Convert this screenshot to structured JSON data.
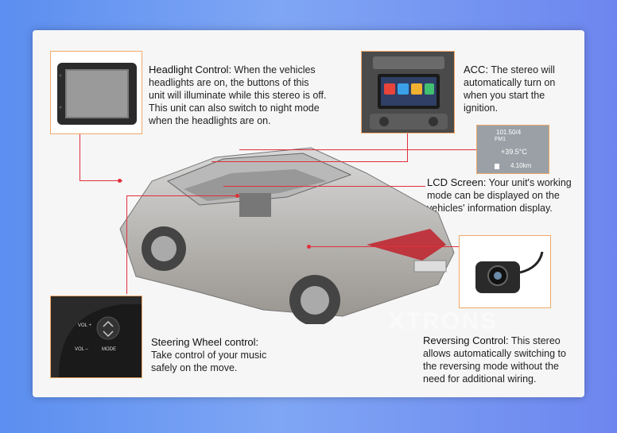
{
  "features": {
    "headlight": {
      "title": "Headlight Control:",
      "body": "When the vehicles headlights are on, the buttons of this unit will illuminate while this stereo is off. This unit can also switch to night mode when the headlights are on."
    },
    "acc": {
      "title": "ACC:",
      "body": "The stereo will automatically turn on when you start the ignition."
    },
    "lcd": {
      "title": "LCD Screen:",
      "body": "Your unit's working mode can be displayed on the vehicles' information display.",
      "display_line1": "101.50/4",
      "display_line2": "FM1",
      "display_temp": "+39.5°C",
      "display_range": "4.10km"
    },
    "steering": {
      "title": "Steering Wheel control:",
      "body": "Take control of your music safely on the move.",
      "btn_vol_up": "VOL +",
      "btn_vol_down": "VOL –",
      "btn_mode": "MODE"
    },
    "reversing": {
      "title": "Reversing Control:",
      "body": "This stereo allows automatically switching to the reversing mode without the need for additional wiring."
    }
  },
  "brand_watermark": "XTRONS",
  "colors": {
    "accent_line": "#e0303a",
    "thumb_border": "#f0a868",
    "background_left": "#5b8ef0",
    "background_right": "#6d86ef"
  }
}
